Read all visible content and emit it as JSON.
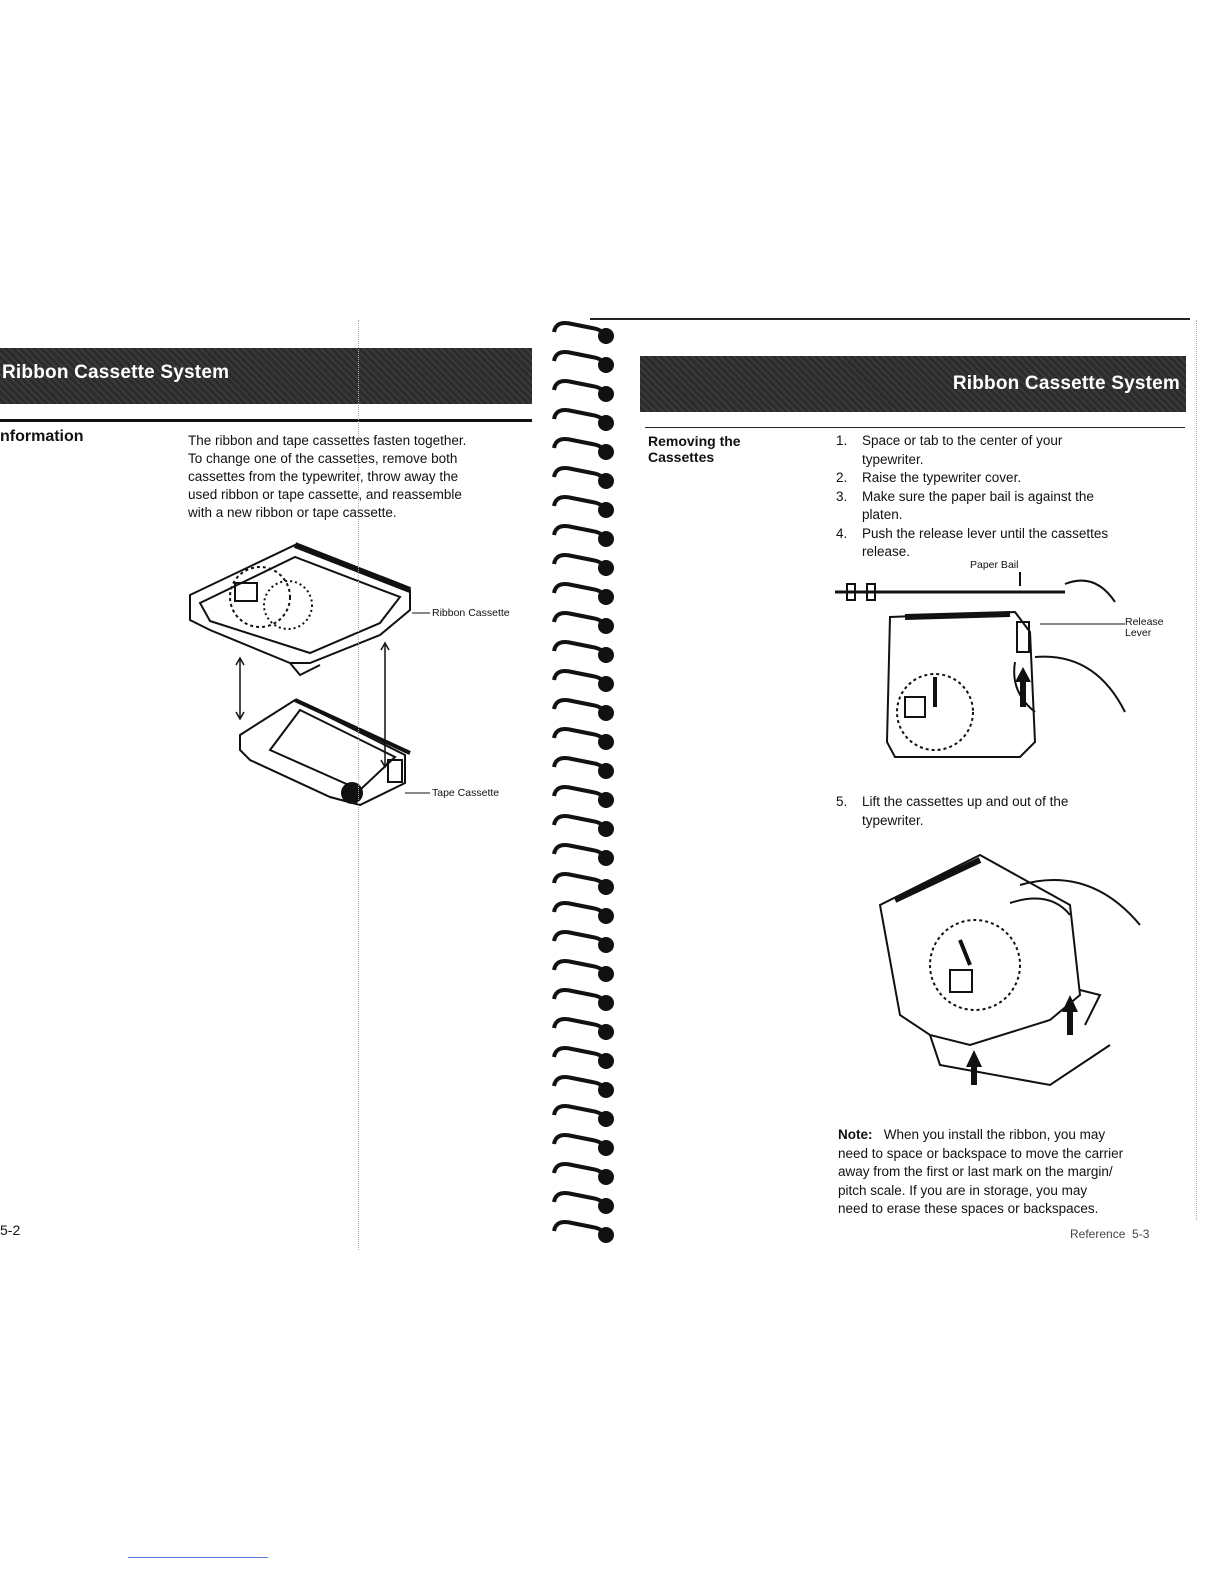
{
  "left_page": {
    "banner_title": "Ribbon Cassette System",
    "side_heading": "nformation",
    "paragraph": [
      "The ribbon and tape cassettes fasten together.",
      "To change one of the cassettes, remove both",
      "cassettes from the typewriter, throw away the",
      "used ribbon or tape cassette, and reassemble",
      "with a new ribbon or tape cassette."
    ],
    "figure_labels": {
      "ribbon": "Ribbon Cassette",
      "tape": "Tape Cassette"
    },
    "page_number": "5-2"
  },
  "right_page": {
    "banner_title": "Ribbon Cassette System",
    "side_heading": [
      "Removing the",
      "Cassettes"
    ],
    "steps": [
      {
        "num": "1.",
        "lines": [
          "Space or tab to the center of your",
          "typewriter."
        ]
      },
      {
        "num": "2.",
        "lines": [
          "Raise the typewriter cover."
        ]
      },
      {
        "num": "3.",
        "lines": [
          "Make sure the paper bail is against the",
          "platen."
        ]
      },
      {
        "num": "4.",
        "lines": [
          "Push the release lever until the cassettes",
          "release."
        ]
      }
    ],
    "figure1_labels": {
      "paper_bail": "Paper Bail",
      "release": "Release",
      "lever": "Lever"
    },
    "step5": {
      "num": "5.",
      "lines": [
        "Lift the cassettes up and out of the",
        "typewriter."
      ]
    },
    "note": {
      "label": "Note:",
      "lines": [
        "When you install the ribbon, you may",
        "need to space or backspace to move the carrier",
        "away from the first or last mark on the margin/",
        "pitch scale. If you are in storage, you may",
        "need to erase these spaces or backspaces."
      ]
    },
    "footer": "Reference  5-3"
  }
}
